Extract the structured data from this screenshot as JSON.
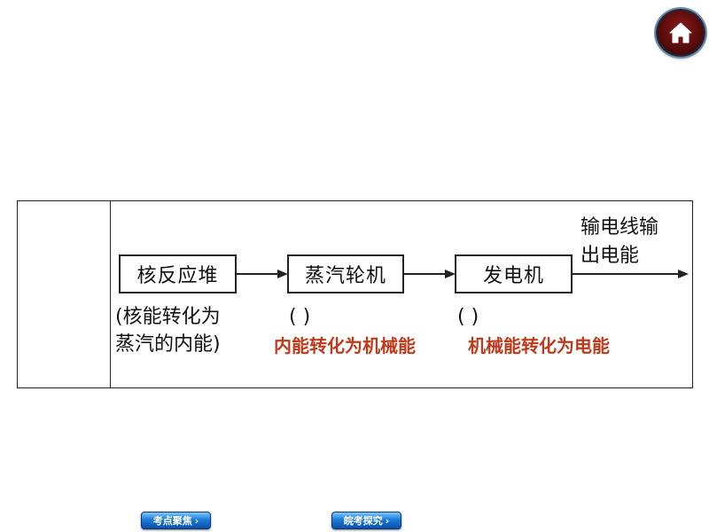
{
  "nav": {
    "home_icon": "home-icon",
    "btn_focus_label": "考点聚焦",
    "btn_explore_label": "皖考探究",
    "chevron": "›"
  },
  "diagram": {
    "box1": "核反应堆",
    "box2": "蒸汽轮机",
    "box3": "发电机",
    "output_line1": "输电线输",
    "output_line2": "出电能",
    "note1_line1": "(核能转化为",
    "note1_line2": "蒸汽的内能)",
    "paren2": "(            )",
    "paren3": "(            )",
    "answer2": "内能转化为机械能",
    "answer3": "机械能转化为电能"
  },
  "colors": {
    "answer": "#c0391b",
    "home_bg": "#5a0c0c",
    "nav_btn": "#1b7bd8"
  }
}
